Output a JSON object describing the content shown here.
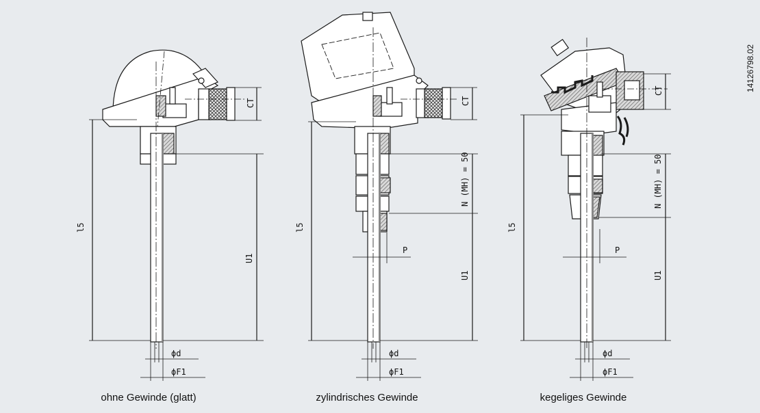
{
  "drawing_number": "14126798.02",
  "captions": {
    "left": "ohne Gewinde (glatt)",
    "middle": "zylindrisches Gewinde",
    "right": "kegeliges Gewinde"
  },
  "dimensions": {
    "l5": "l5",
    "u1": "U1",
    "ct": "CT",
    "d": "ϕd",
    "f1": "ϕF1",
    "p": "P",
    "n_mh": "N (MH) = 50"
  },
  "colors": {
    "background": "#e8ebee",
    "line": "#1a1a1a",
    "fill_light": "#ffffff",
    "hatch": "#6b6b6b"
  }
}
